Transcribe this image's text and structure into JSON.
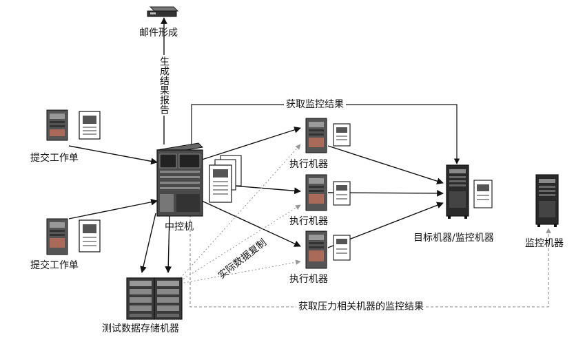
{
  "nodes": {
    "mail": "邮件形成",
    "report": "生成结果报告",
    "submit_1": "提交工作单",
    "submit_2": "提交工作单",
    "controller": "中控机",
    "exec_1": "执行机器",
    "exec_2": "执行机器",
    "exec_3": "执行机器",
    "target": "目标机器/监控机器",
    "monitor": "监控机器",
    "storage": "测试数据存储机器"
  },
  "edges": {
    "get_monitor_result": "获取监控结果",
    "data_copy": "实际数据复制",
    "get_pressure_result": "获取压力相关机器的监控结果"
  }
}
